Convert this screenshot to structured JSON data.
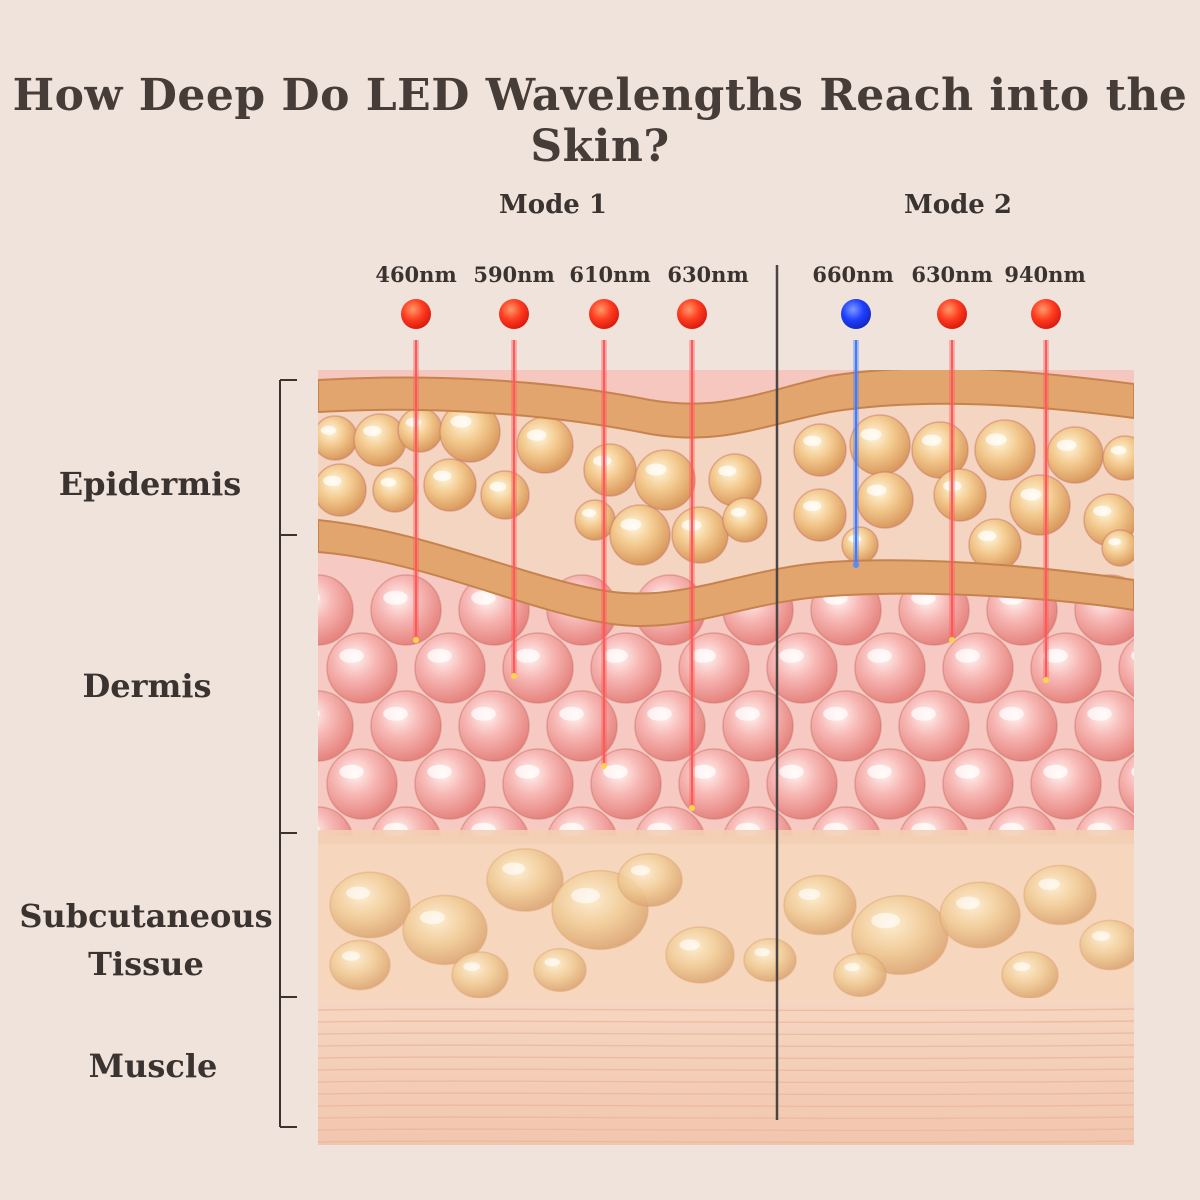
{
  "title": "How Deep Do LED Wavelengths Reach into the Skin?",
  "modes": [
    {
      "label": "Mode 1",
      "wavelengths": [
        {
          "label": "460nm",
          "color": "#ff3b1f",
          "depth_layer": "Dermis"
        },
        {
          "label": "590nm",
          "color": "#ff3b1f",
          "depth_layer": "Dermis"
        },
        {
          "label": "610nm",
          "color": "#ff3b1f",
          "depth_layer": "Dermis"
        },
        {
          "label": "630nm",
          "color": "#ff3b1f",
          "depth_layer": "Dermis"
        }
      ]
    },
    {
      "label": "Mode 2",
      "wavelengths": [
        {
          "label": "660nm",
          "color": "#1f3fff",
          "depth_layer": "Epidermis"
        },
        {
          "label": "630nm",
          "color": "#ff3b1f",
          "depth_layer": "Dermis"
        },
        {
          "label": "940nm",
          "color": "#ff3b1f",
          "depth_layer": "Dermis"
        }
      ]
    }
  ],
  "layers": {
    "epidermis": "Epidermis",
    "dermis": "Dermis",
    "subcutaneous_line1": "Subcutaneous",
    "subcutaneous_line2": "Tissue",
    "muscle": "Muscle"
  },
  "colors": {
    "background": "#efe3dc",
    "epidermis_band": "#e2a56e",
    "dermis_cells": "#f2a7a4",
    "subcutaneous": "#f1c9a6",
    "muscle": "#f4d2bd",
    "red_beam": "#ff5a5a",
    "blue_beam": "#3f7bff"
  }
}
